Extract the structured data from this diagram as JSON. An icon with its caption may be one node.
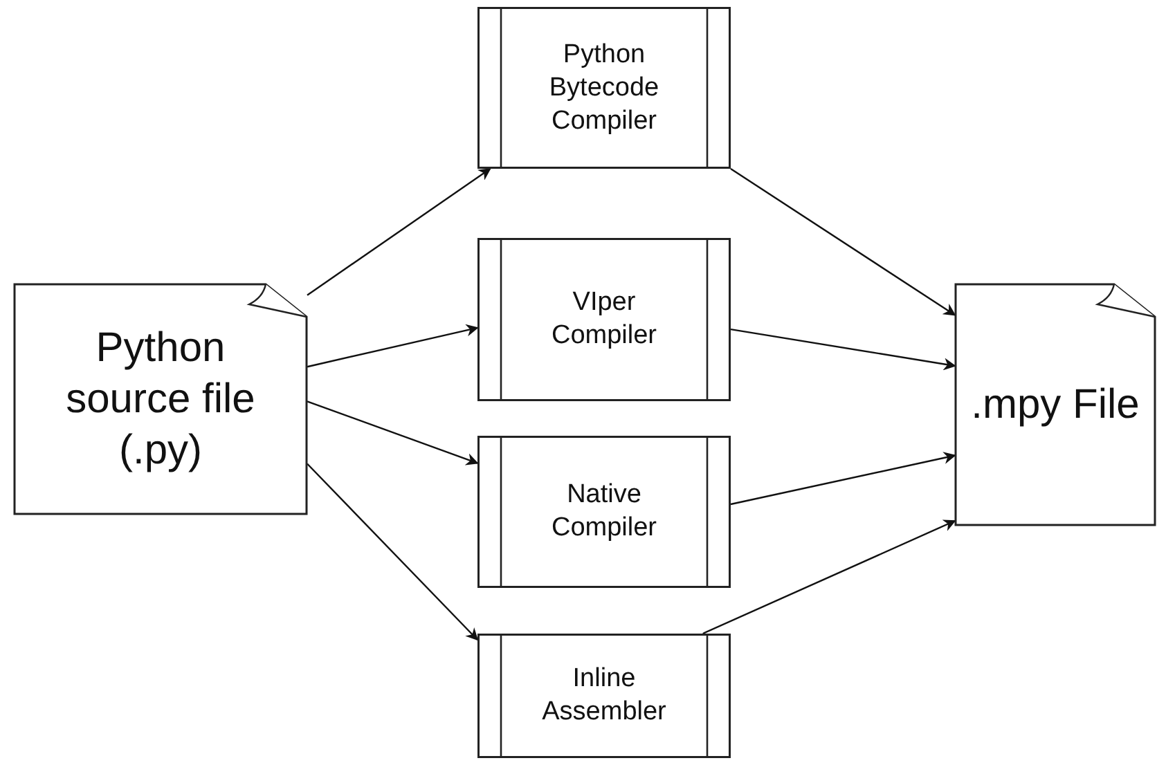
{
  "diagram": {
    "nodes": [
      {
        "text": [
          "Python source file (.py)"
        ]
      },
      {
        "text": [
          "Python Bytecode Compiler"
        ]
      },
      {
        "text": [
          "VIper Compiler"
        ]
      },
      {
        "text": [
          "Native Compiler"
        ]
      },
      {
        "text": [
          "Inline Assembler"
        ]
      },
      {
        "text": [
          ".mpy File"
        ]
      }
    ],
    "edges": [
      {
        "from": 0,
        "to": 1,
        "arrow": "to"
      },
      {
        "from": 0,
        "to": 2,
        "arrow": "to"
      },
      {
        "from": 0,
        "to": 3,
        "arrow": "to"
      },
      {
        "from": 0,
        "to": 4,
        "arrow": "to"
      },
      {
        "from": 1,
        "to": 5,
        "arrow": "to"
      },
      {
        "from": 2,
        "to": 5,
        "arrow": "to"
      },
      {
        "from": 3,
        "to": 5,
        "arrow": "to"
      },
      {
        "from": 4,
        "to": 5,
        "arrow": "to"
      }
    ]
  }
}
